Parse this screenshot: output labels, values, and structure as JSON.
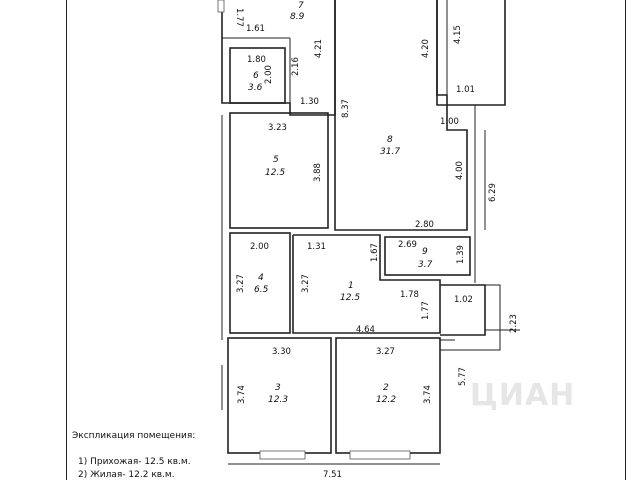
{
  "rooms": [
    {
      "number": "1",
      "area": "12.5"
    },
    {
      "number": "2",
      "area": "12.2"
    },
    {
      "number": "3",
      "area": "12.3"
    },
    {
      "number": "4",
      "area": "6.5"
    },
    {
      "number": "5",
      "area": "12.5"
    },
    {
      "number": "6",
      "area": "3.6"
    },
    {
      "number": "7",
      "area": "8.9"
    },
    {
      "number": "8",
      "area": "31.7"
    },
    {
      "number": "9",
      "area": "3.7"
    }
  ],
  "dimensions": {
    "r7_top": "1.77",
    "r7_width": "1.61",
    "r7_height": "4.21",
    "r6_width": "1.80",
    "r6_height": "2.00",
    "r6_side": "2.16",
    "r7_bottom": "1.30",
    "r8_left": "8.37",
    "r5_width": "3.23",
    "r5_height": "3.88",
    "balcony_outer": "4.20",
    "balcony_inner": "4.15",
    "balcony_width": "1.01",
    "r8_step": "1.00",
    "r8_right": "4.00",
    "r8_total_right": "6.29",
    "r8_bottom": "2.80",
    "r4_width": "2.00",
    "r4_height": "3.27",
    "r1_top": "1.31",
    "r1_left": "3.27",
    "r1_notch": "1.67",
    "r9_width": "2.69",
    "r9_height": "1.39",
    "r1_step": "1.78",
    "r1_right": "1.77",
    "r1_bottom": "4.64",
    "loggia_width": "1.02",
    "loggia_height": "2.23",
    "r3_width": "3.30",
    "r3_height": "3.74",
    "r2_width": "3.27",
    "r2_height": "3.74",
    "right_total": "5.77",
    "bottom_total": "7.51"
  },
  "legend": {
    "title": "Экспликация помещения:",
    "items": [
      "1) Прихожая- 12.5 кв.м.",
      "2) Жилая- 12.2 кв.м."
    ]
  },
  "watermark": "ЦИАН"
}
